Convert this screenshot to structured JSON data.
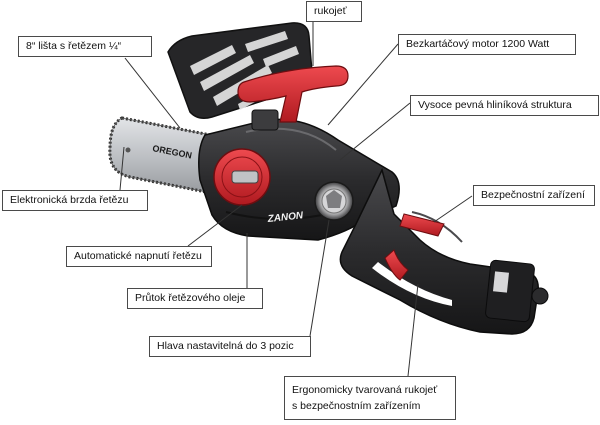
{
  "labels": {
    "bar": "8“ lišta  s řetězem ¼“",
    "handle": "rukojeť",
    "motor": "Bezkartáčový motor 1200 Watt",
    "aluminium": "Vysoce pevná hliníková struktura",
    "brake": "Elektronická brzda řetězu",
    "safety": "Bezpečnostní zařízení",
    "tension": "Automatické napnutí řetězu",
    "oil": "Průtok řetězového oleje",
    "head": "Hlava nastavitelná do 3 pozic",
    "grip_line1": "Ergonomicky tvarovaná rukojeť",
    "grip_line2": "s bezpečnostním zařízením"
  },
  "product": {
    "bar_brand": "OREGON",
    "body_brand": "ZANON"
  },
  "colors": {
    "accent_red": "#d2232a",
    "body_dark": "#2b2b2d",
    "bar_silver": "#b9bcc0",
    "leader_line": "#333333"
  }
}
